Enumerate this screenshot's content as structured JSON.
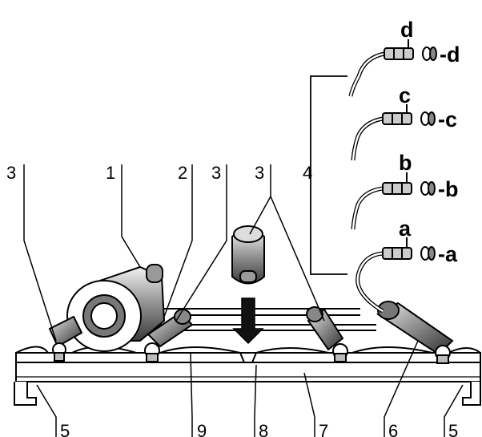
{
  "callouts": {
    "n1": "1",
    "n2": "2",
    "n3a": "3",
    "n3b": "3",
    "n3c": "3",
    "n4": "4",
    "n5a": "5",
    "n5b": "5",
    "n6": "6",
    "n7": "7",
    "n8": "8",
    "n9": "9"
  },
  "connectors": {
    "a_top": "a",
    "a_side": "-a",
    "b_top": "b",
    "b_side": "-b",
    "c_top": "c",
    "c_side": "-c",
    "d_top": "d",
    "d_side": "-d"
  },
  "colors": {
    "ink": "#000000",
    "paper": "#ffffff",
    "shade": "#555555"
  }
}
